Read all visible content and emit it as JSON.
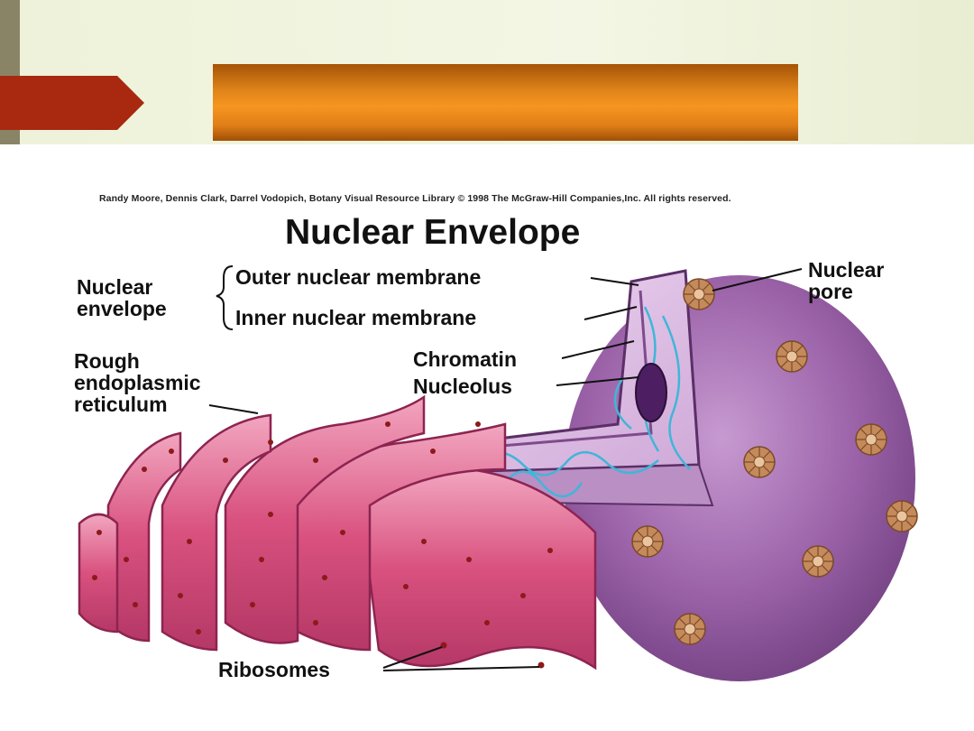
{
  "slide": {
    "title": "",
    "colors": {
      "background": "#eef2d9",
      "strip": "#8a8467",
      "arrow": "#a8290f",
      "title_bar": "#f6951f"
    }
  },
  "diagram": {
    "copyright": "Randy Moore, Dennis Clark, Darrel Vodopich, Botany Visual Resource Library © 1998 The McGraw-Hill Companies,Inc. All rights reserved.",
    "title": "Nuclear Envelope",
    "labels": {
      "nuclear_envelope": [
        "Nuclear",
        "envelope"
      ],
      "outer_membrane": "Outer nuclear membrane",
      "inner_membrane": "Inner nuclear membrane",
      "rough_er": [
        "Rough",
        "endoplasmic",
        "reticulum"
      ],
      "chromatin": "Chromatin",
      "nucleolus": "Nucleolus",
      "nuclear_pore": [
        "Nuclear",
        "pore"
      ],
      "ribosomes": "Ribosomes"
    },
    "colors": {
      "nucleus": "#9b62a8",
      "er": "#d9517f",
      "ribosome": "#8b1a1a",
      "pore": "#c58a5a",
      "chromatin": "#3fb6d8"
    }
  }
}
